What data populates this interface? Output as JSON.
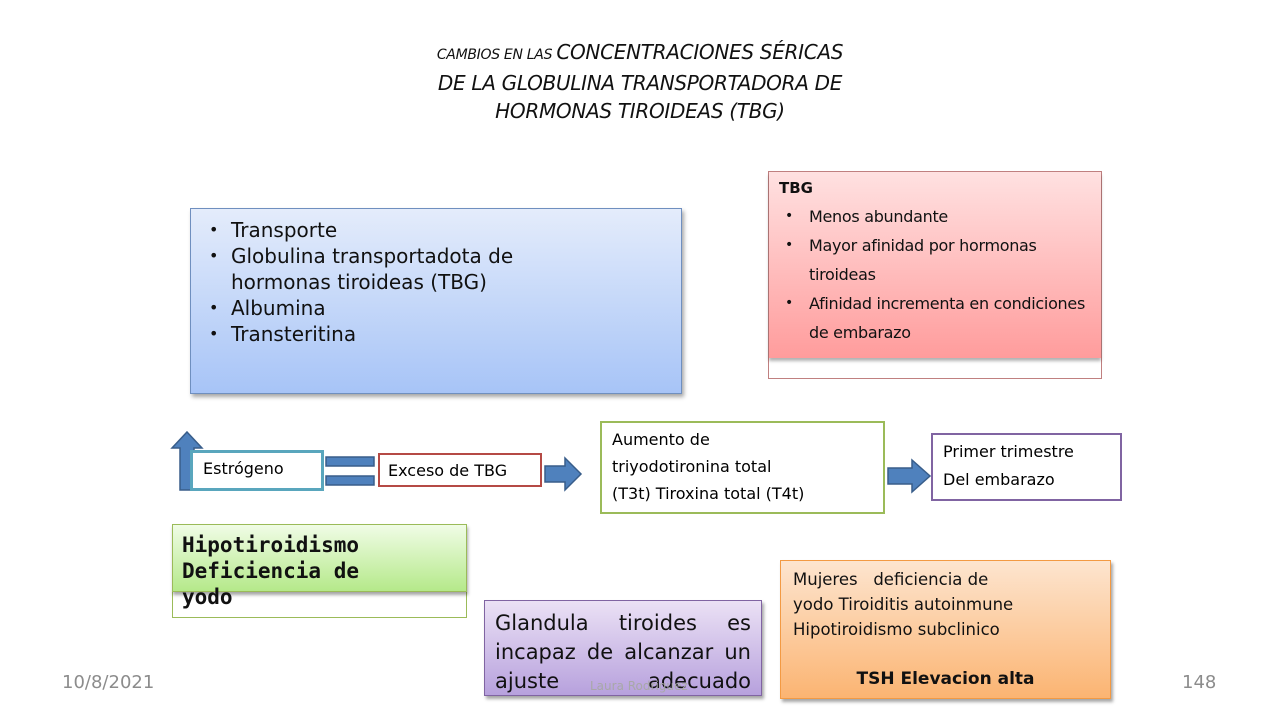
{
  "title": {
    "line1_small": "CAMBIOS EN LAS ",
    "line1_large": "CONCENTRACIONES SÉRICAS",
    "line2": "DE LA GLOBULINA TRANSPORTADORA DE",
    "line3": "HORMONAS TIROIDEAS (TBG)"
  },
  "transport": {
    "items": [
      "Transporte",
      "Globulina transportadota de hormonas tiroideas (TBG)",
      "Albumina",
      "Transteritina"
    ]
  },
  "tbg": {
    "title": "TBG",
    "items": [
      "Menos abundante",
      "Mayor afinidad por hormonas tiroideas",
      "Afinidad incrementa en condiciones de embarazo"
    ]
  },
  "flow": {
    "estrogeno": "Estrógeno",
    "exceso": "Exceso de TBG",
    "aumento_line1": "Aumento de",
    "aumento_line2": "triyodotironina total",
    "aumento_line3": "(T3t) Tiroxina total (T4t)",
    "primer_line1": "Primer trimestre",
    "primer_line2": "Del embarazo"
  },
  "hipo": {
    "line1": "Hipotiroidismo",
    "line2": "Deficiencia de",
    "line3": "yodo"
  },
  "glandula": {
    "text": "Glandula tiroides es incapaz de alcanzar un ajuste adecuado"
  },
  "mujeres": {
    "line1": "Mujeres   deficiencia de",
    "line2": "yodo Tiroiditis autoinmune",
    "line3": "Hipotiroidismo subclinico",
    "tsh": "TSH Elevacion alta"
  },
  "footer": {
    "date": "10/8/2021",
    "author": "Laura Rodriguez",
    "page": "148"
  },
  "colors": {
    "blue": "#a7c4f7",
    "pink": "#ff9c9c",
    "green": "#b5e98a",
    "purple": "#b7a1dd",
    "orange": "#fbb472",
    "arrow": "#4f81bd"
  }
}
